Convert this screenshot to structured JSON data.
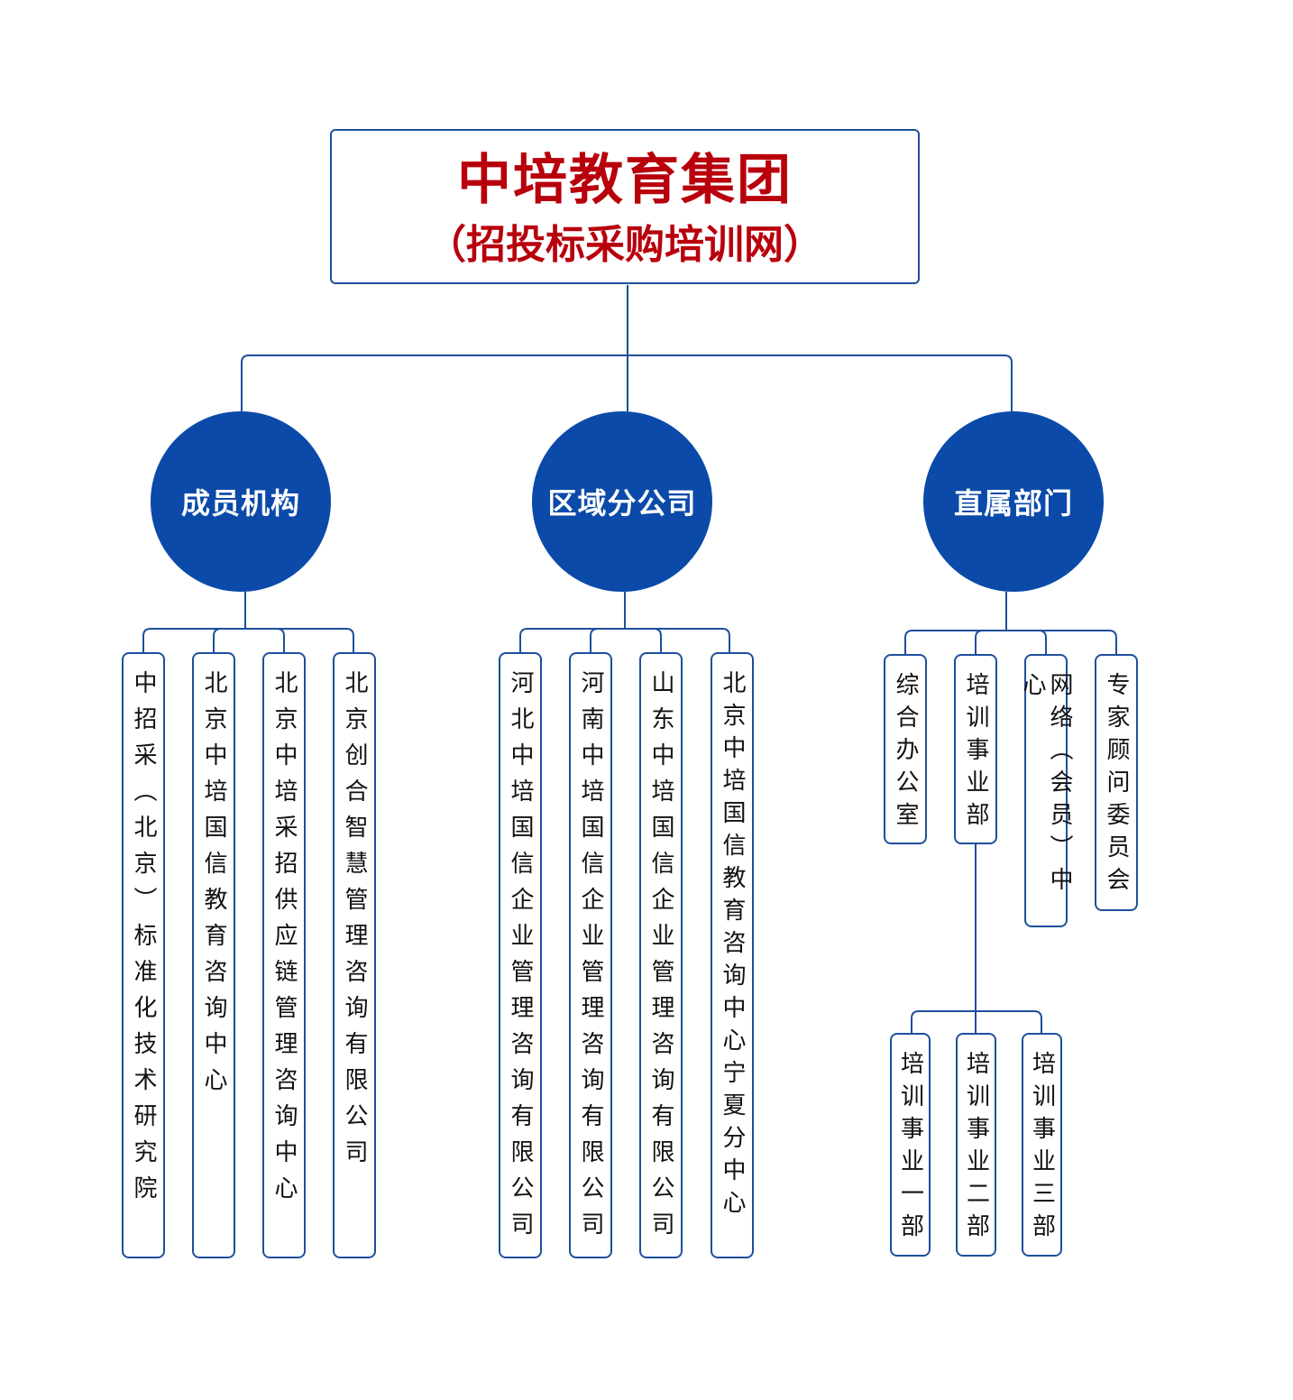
{
  "title": {
    "main": "中培教育集团",
    "sub": "（招投标采购培训网）"
  },
  "colors": {
    "title_text": "#b8000c",
    "circle_fill": "#0b4aa8",
    "line": "#1e4f9c"
  },
  "branches": [
    {
      "label": "成员机构",
      "children": [
        "中招采（北京）标准化技术研究院",
        "北京中培国信教育咨询中心",
        "北京中培采招供应链管理咨询中心",
        "北京创合智慧管理咨询有限公司"
      ]
    },
    {
      "label": "区域分公司",
      "children": [
        "河北中培国信企业管理咨询有限公司",
        "河南中培国信企业管理咨询有限公司",
        "山东中培国信企业管理咨询有限公司",
        "北京中培国信教育咨询中心宁夏分中心"
      ]
    },
    {
      "label": "直属部门",
      "children": [
        "综合办公室",
        "培训事业部",
        "网络（会员）中心",
        "专家顾问委员会"
      ],
      "sub_children": [
        "培训事业一部",
        "培训事业二部",
        "培训事业三部"
      ]
    }
  ]
}
